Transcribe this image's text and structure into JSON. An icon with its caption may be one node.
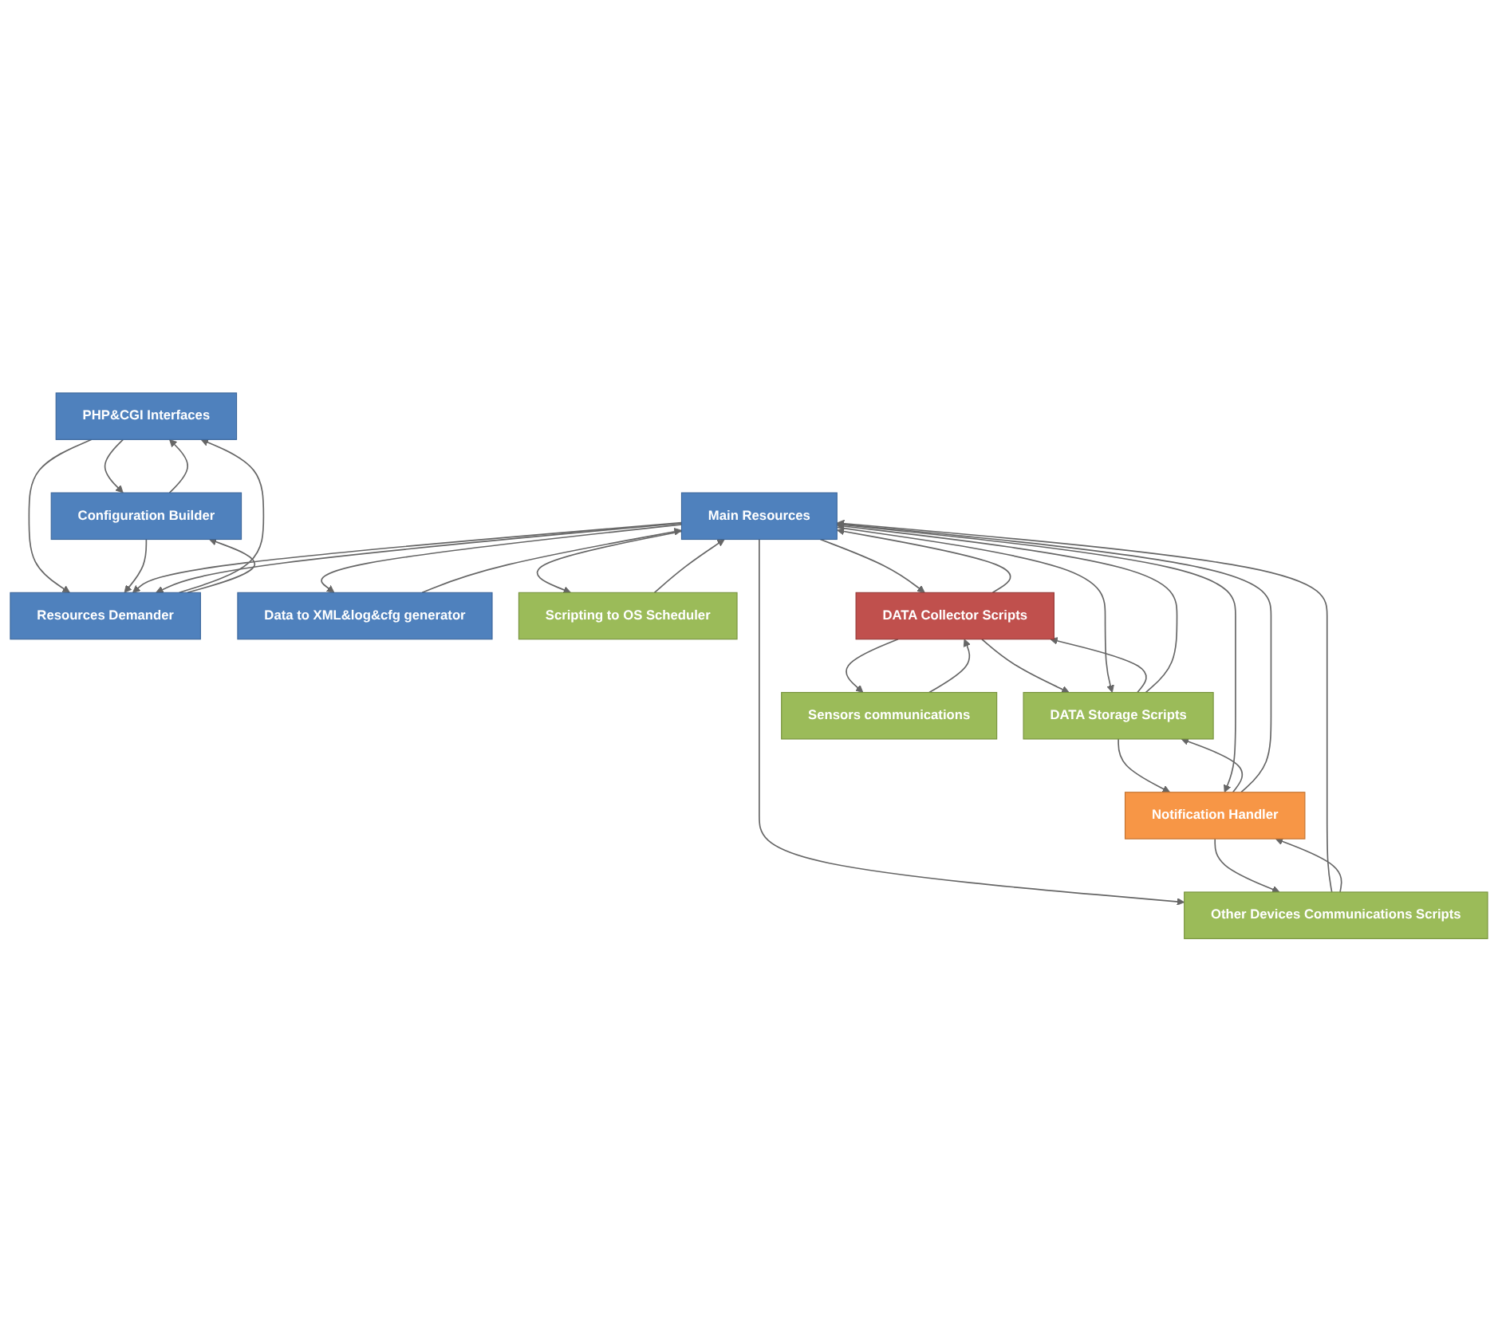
{
  "diagram": {
    "nodes": [
      {
        "text": [
          "PHP&CGI Interfaces"
        ]
      },
      {
        "text": [
          "Configuration Builder"
        ]
      },
      {
        "text": [
          "Resources Demander"
        ]
      },
      {
        "text": [
          "Main Resources"
        ]
      },
      {
        "text": [
          "Sensors communications"
        ]
      },
      {
        "text": [
          "DATA Collector Scripts"
        ]
      },
      {
        "text": [
          "Data to XML&log&cfg generator"
        ]
      },
      {
        "text": [
          "DATA Storage Scripts"
        ]
      },
      {
        "text": [
          "Notification Handler"
        ]
      },
      {
        "text": [
          "Scripting to OS Scheduler"
        ]
      },
      {
        "text": [
          "Other Devices Communications Scripts"
        ]
      }
    ],
    "edges": [
      {
        "from": 0,
        "to": 1,
        "arrow": "to"
      },
      {
        "from": 1,
        "to": 0,
        "arrow": "to"
      },
      {
        "from": 0,
        "to": 2,
        "arrow": "to"
      },
      {
        "from": 2,
        "to": 0,
        "arrow": "to"
      },
      {
        "from": 1,
        "to": 2,
        "arrow": "to"
      },
      {
        "from": 2,
        "to": 1,
        "arrow": "to"
      },
      {
        "from": 3,
        "to": 2,
        "arrow": "to"
      },
      {
        "from": 3,
        "to": 2,
        "arrow": "to"
      },
      {
        "from": 3,
        "to": 5,
        "arrow": "to"
      },
      {
        "from": 5,
        "to": 3,
        "arrow": "to"
      },
      {
        "from": 4,
        "to": 5,
        "arrow": "to"
      },
      {
        "from": 5,
        "to": 4,
        "arrow": "to"
      },
      {
        "from": 3,
        "to": 6,
        "arrow": "to"
      },
      {
        "from": 6,
        "to": 3,
        "arrow": "to"
      },
      {
        "from": 5,
        "to": 7,
        "arrow": "to"
      },
      {
        "from": 7,
        "to": 5,
        "arrow": "to"
      },
      {
        "from": 7,
        "to": 3,
        "arrow": "to"
      },
      {
        "from": 3,
        "to": 9,
        "arrow": "to"
      },
      {
        "from": 3,
        "to": 7,
        "arrow": "to"
      },
      {
        "from": 9,
        "to": 3,
        "arrow": "to"
      },
      {
        "from": 8,
        "to": 7,
        "arrow": "to"
      },
      {
        "from": 7,
        "to": 8,
        "arrow": "to"
      },
      {
        "from": 10,
        "to": 3,
        "arrow": "to"
      },
      {
        "from": 3,
        "to": 8,
        "arrow": "to"
      },
      {
        "from": 8,
        "to": 3,
        "arrow": "to"
      },
      {
        "from": 3,
        "to": 10,
        "arrow": "to"
      },
      {
        "from": 8,
        "to": 10,
        "arrow": "to"
      },
      {
        "from": 10,
        "to": 8,
        "arrow": "to"
      }
    ]
  }
}
